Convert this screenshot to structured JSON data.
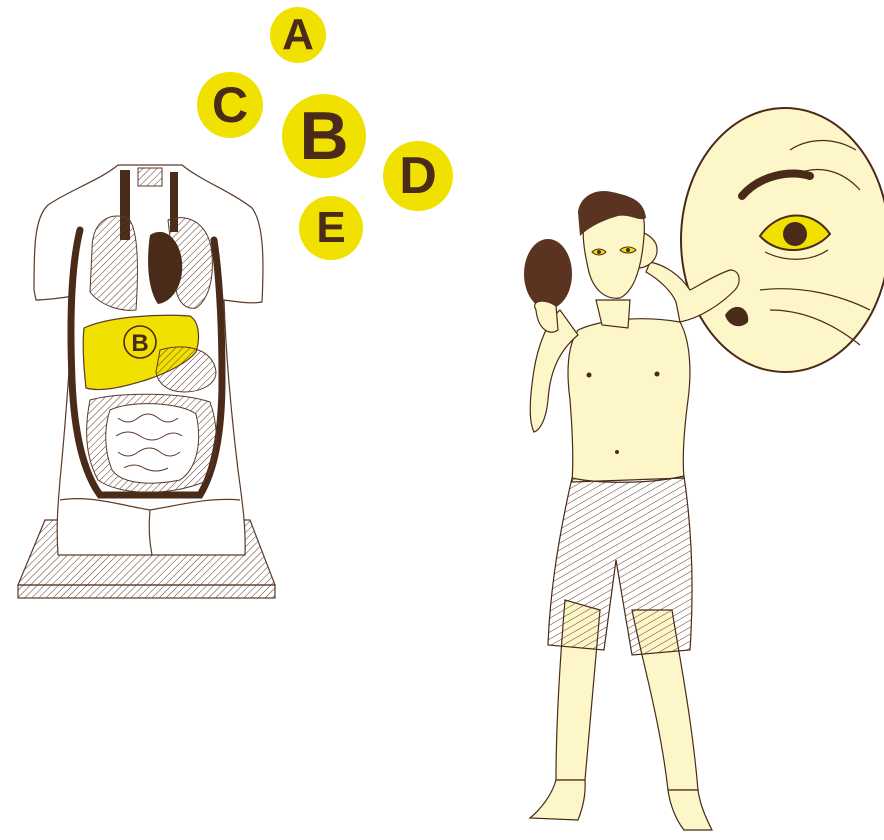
{
  "colors": {
    "highlight": "#f1e100",
    "ink": "#4a2a18",
    "skin": "#fdf6c9",
    "outline": "#5a3a28"
  },
  "labels": {
    "a": "A",
    "b": "B",
    "c": "C",
    "d": "D",
    "e": "E",
    "liver": "B"
  },
  "icons": [
    "anatomy-torso-icon",
    "man-with-mirror-icon",
    "magnified-eye-icon",
    "hand-mirror-icon"
  ]
}
